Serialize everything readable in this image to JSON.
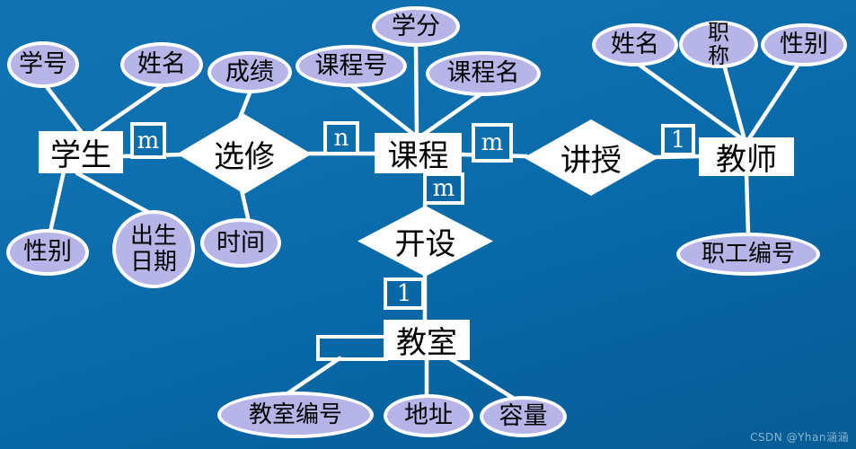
{
  "entities": [
    {
      "id": "student",
      "label": "学生"
    },
    {
      "id": "course",
      "label": "课程"
    },
    {
      "id": "teacher",
      "label": "教师"
    },
    {
      "id": "classroom",
      "label": "教室"
    }
  ],
  "relationships": [
    {
      "id": "enrolls",
      "label": "选修"
    },
    {
      "id": "teaches",
      "label": "讲授"
    },
    {
      "id": "offers",
      "label": "开设"
    }
  ],
  "attributes": [
    {
      "id": "student-no",
      "owner": "student",
      "label": "学号"
    },
    {
      "id": "student-name",
      "owner": "student",
      "label": "姓名"
    },
    {
      "id": "grade",
      "owner": "enrolls",
      "label": "成绩"
    },
    {
      "id": "student-gender",
      "owner": "student",
      "label": "性别"
    },
    {
      "id": "birth-date",
      "owner": "student",
      "label": "出生\n日期"
    },
    {
      "id": "time",
      "owner": "enrolls",
      "label": "时间"
    },
    {
      "id": "course-no",
      "owner": "course",
      "label": "课程号"
    },
    {
      "id": "credit",
      "owner": "course",
      "label": "学分"
    },
    {
      "id": "course-name",
      "owner": "course",
      "label": "课程名"
    },
    {
      "id": "teacher-name",
      "owner": "teacher",
      "label": "姓名"
    },
    {
      "id": "title",
      "owner": "teacher",
      "label": "职\n称"
    },
    {
      "id": "teacher-gender",
      "owner": "teacher",
      "label": "性别"
    },
    {
      "id": "staff-no",
      "owner": "teacher",
      "label": "职工编号"
    },
    {
      "id": "classroom-no",
      "owner": "classroom",
      "label": "教室编号"
    },
    {
      "id": "address",
      "owner": "classroom",
      "label": "地址"
    },
    {
      "id": "capacity",
      "owner": "classroom",
      "label": "容量"
    }
  ],
  "cardinalities": [
    {
      "id": "student-enrolls",
      "label": "m"
    },
    {
      "id": "enrolls-course",
      "label": "n"
    },
    {
      "id": "course-teaches",
      "label": "m"
    },
    {
      "id": "course-offers",
      "label": "m"
    },
    {
      "id": "teaches-teacher",
      "label": "1"
    },
    {
      "id": "offers-classroom",
      "label": "1"
    }
  ],
  "connections": [
    {
      "from": "student",
      "to": "enrolls",
      "cardinality": "m"
    },
    {
      "from": "enrolls",
      "to": "course",
      "cardinality": "n"
    },
    {
      "from": "course",
      "to": "teaches",
      "cardinality": "m"
    },
    {
      "from": "teaches",
      "to": "teacher",
      "cardinality": "1"
    },
    {
      "from": "course",
      "to": "offers",
      "cardinality": "m"
    },
    {
      "from": "offers",
      "to": "classroom",
      "cardinality": "1"
    }
  ],
  "watermark": "CSDN @Yhan涵涵",
  "colors": {
    "background_top": "#1273b1",
    "background_bottom": "#075c94",
    "attribute_fill": "#b7b4e8",
    "shape_fill": "#ffffff",
    "connector": "#ffffff",
    "text": "#000000",
    "cardinality_text": "#ffffff",
    "cardinality_fill_top": "#0d6ead",
    "cardinality_fill_bottom": "#0967a5"
  }
}
